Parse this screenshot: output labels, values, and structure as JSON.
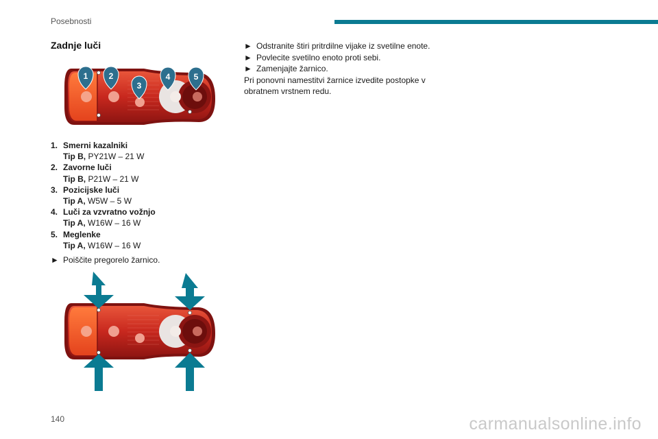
{
  "running_head": "Posebnosti",
  "page_number": "140",
  "section_title": "Zadnje luči",
  "accent_color": "#0b7b92",
  "figure1": {
    "callouts": [
      "1",
      "2",
      "3",
      "4",
      "5"
    ]
  },
  "bulbs": [
    {
      "number": "1.",
      "name": "Smerni kazalniki",
      "type": "Tip B,",
      "spec": "PY21W – 21 W"
    },
    {
      "number": "2.",
      "name": "Zavorne luči",
      "type": "Tip B,",
      "spec": "P21W – 21 W"
    },
    {
      "number": "3.",
      "name": "Pozicijske luči",
      "type": "Tip A,",
      "spec": "W5W – 5 W"
    },
    {
      "number": "4.",
      "name": "Luči za vzvratno vožnjo",
      "type": "Tip A,",
      "spec": "W16W – 16 W"
    },
    {
      "number": "5.",
      "name": "Meglenke",
      "type": "Tip A,",
      "spec": "W16W – 16 W"
    }
  ],
  "step_marker": "►",
  "step_locate": "Poiščite pregorelo žarnico.",
  "steps_col2": [
    "Odstranite štiri pritrdilne vijake iz svetilne enote.",
    "Povlecite svetilno enoto proti sebi.",
    "Zamenjajte žarnico."
  ],
  "note": "Pri ponovni namestitvi žarnice izvedite postopke v obratnem vrstnem redu.",
  "watermark": "carmanualsonline.info"
}
